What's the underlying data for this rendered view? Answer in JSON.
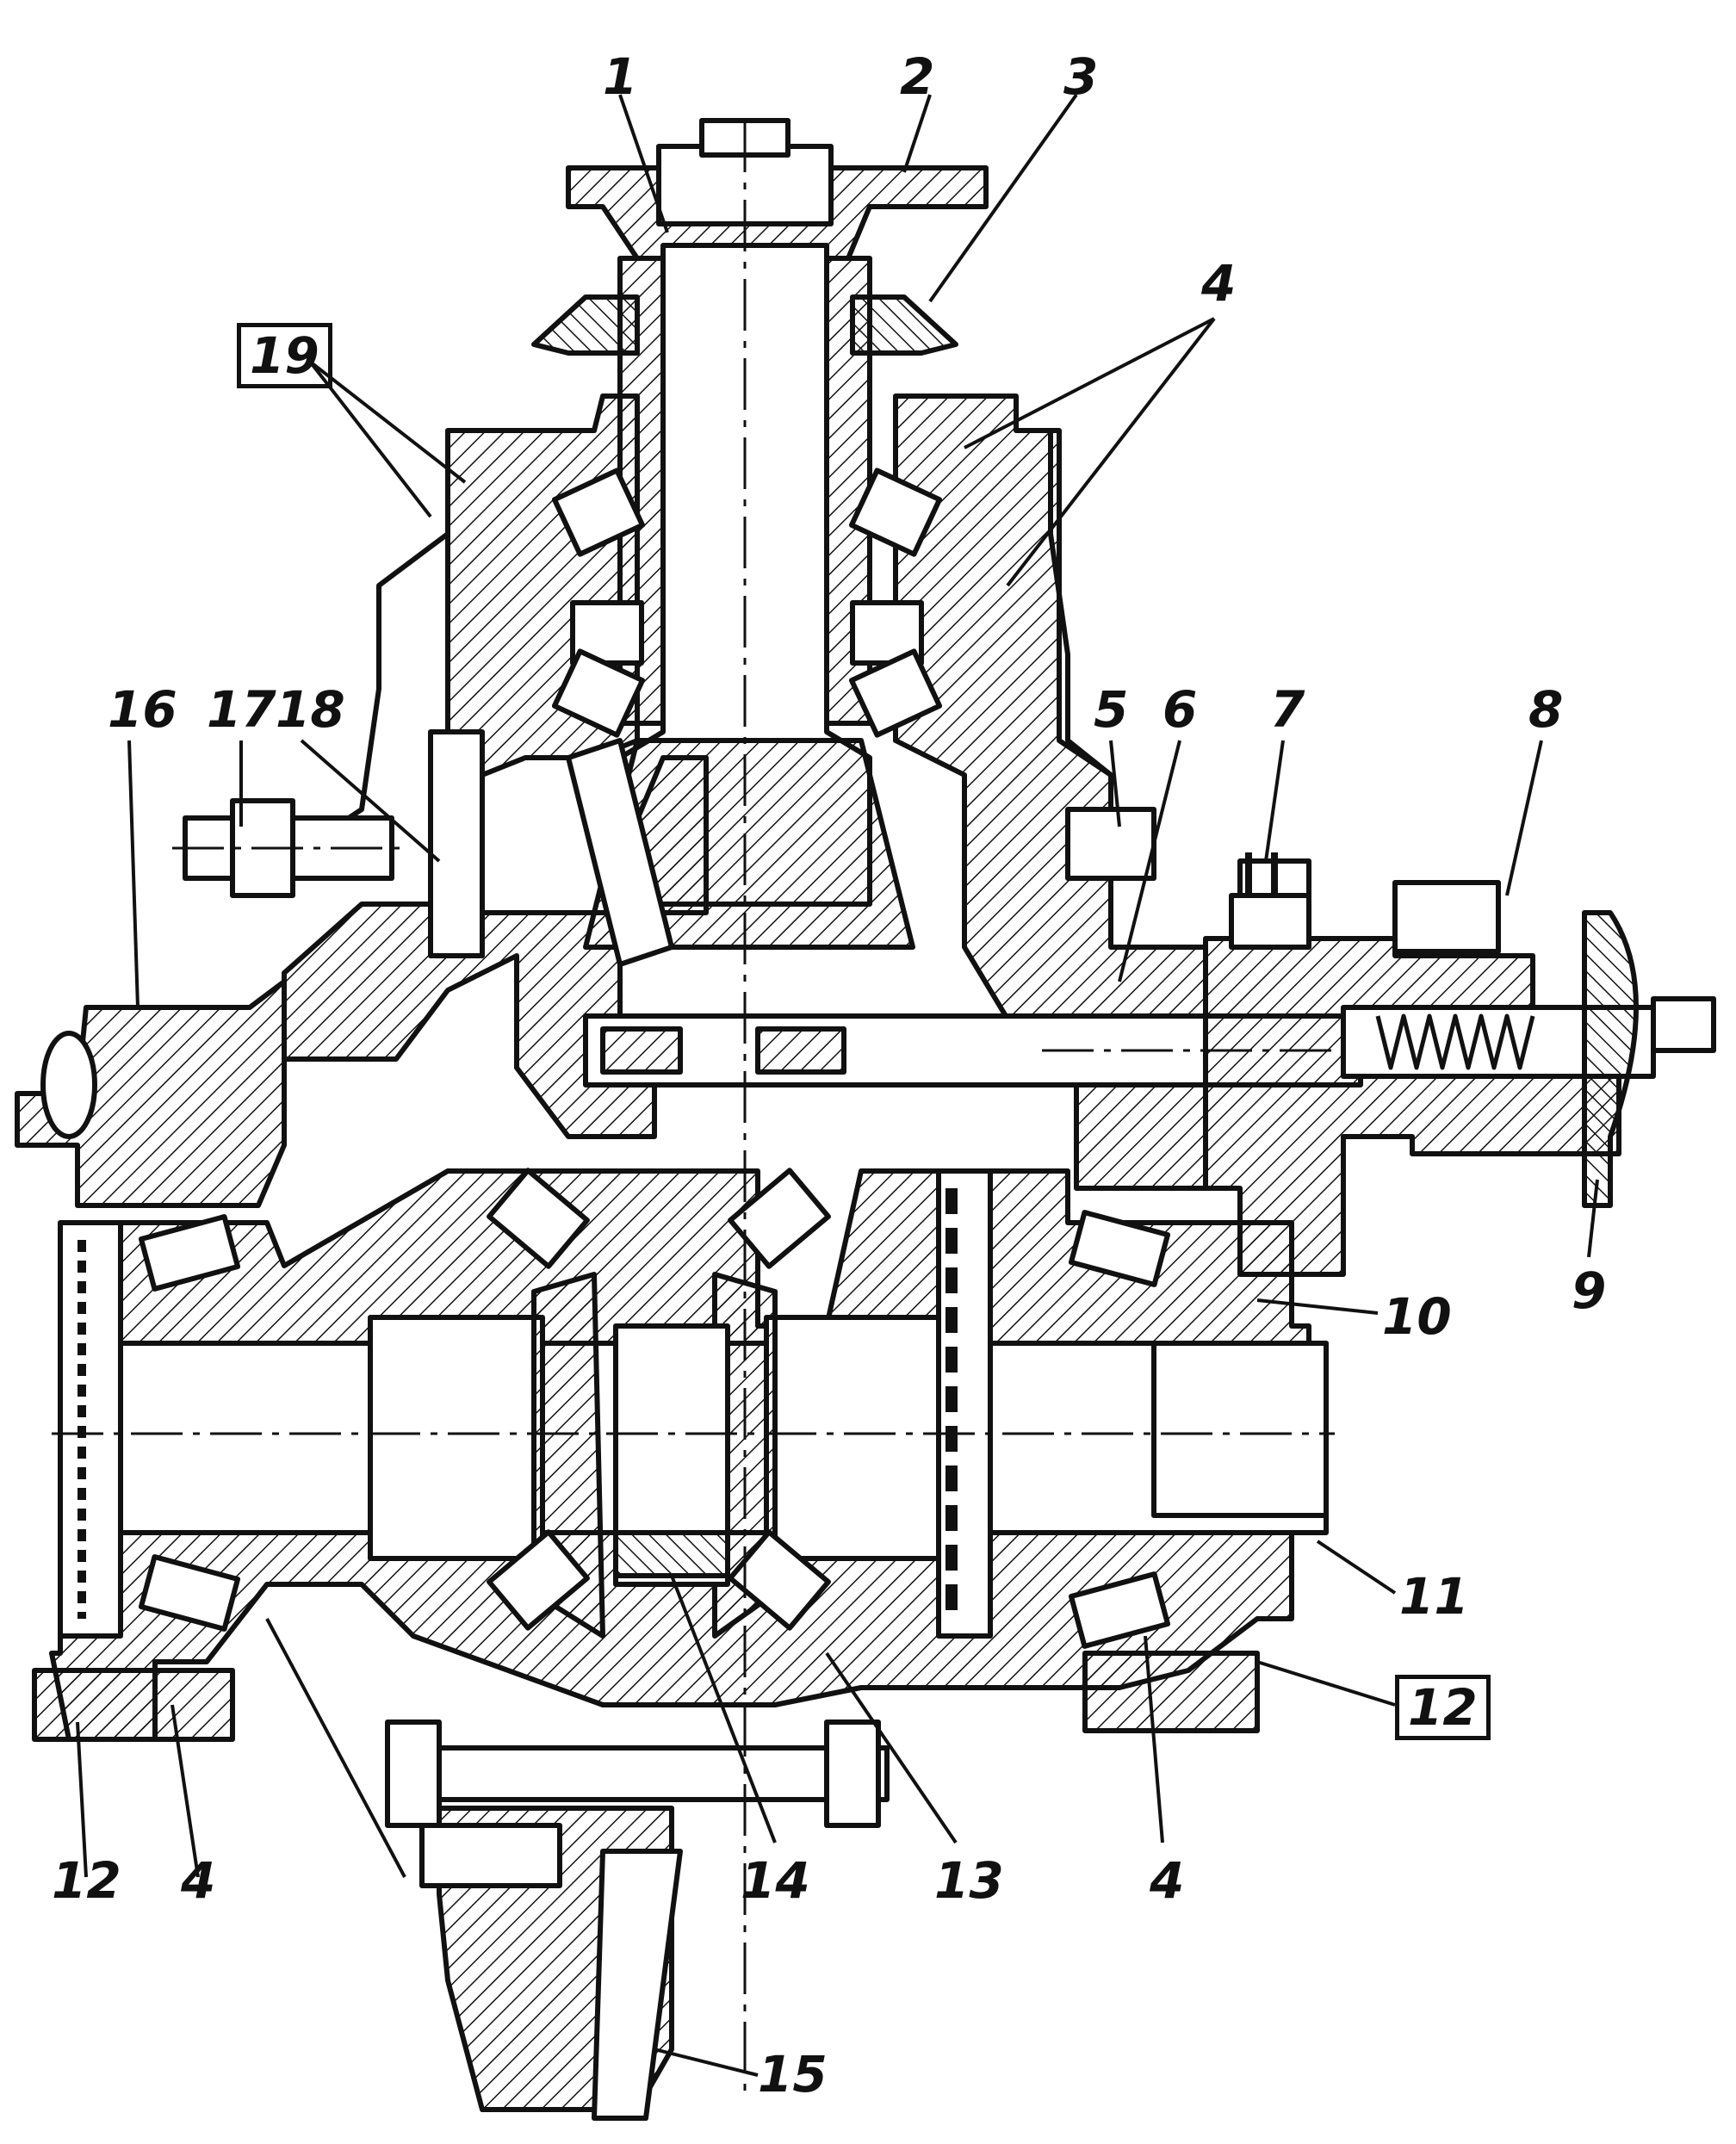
{
  "callouts": {
    "c1": "1",
    "c2": "2",
    "c3": "3",
    "c4a": "4",
    "c4b": "4",
    "c4c": "4",
    "c5": "5",
    "c6": "6",
    "c7": "7",
    "c8": "8",
    "c9": "9",
    "c10": "10",
    "c11": "11",
    "c12a": "12",
    "c12b": "12",
    "c13": "13",
    "c14": "14",
    "c15": "15",
    "c16": "16",
    "c17": "17",
    "c18": "18",
    "c19": "19"
  },
  "colors": {
    "ink": "#111111",
    "background": "#ffffff"
  }
}
